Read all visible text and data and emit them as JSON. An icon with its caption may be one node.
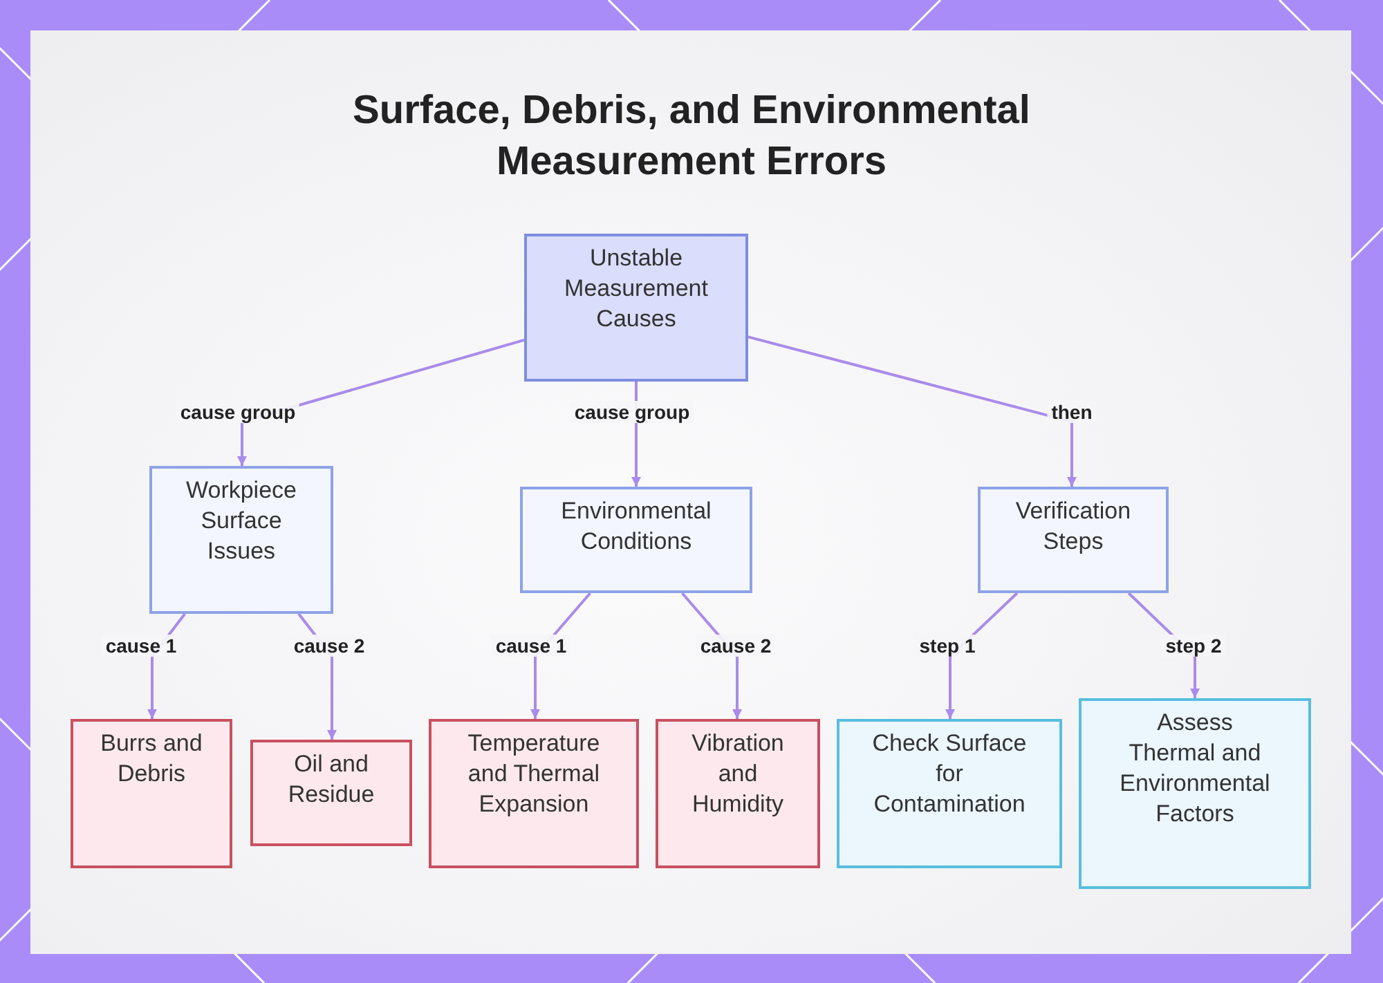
{
  "diagram": {
    "title": "Surface, Debris, and Environmental Measurement Errors",
    "nodes": [
      {
        "text": [
          "Unstable Measurement Causes"
        ]
      },
      {
        "text": [
          "Workpiece Surface Issues"
        ]
      },
      {
        "text": [
          "Environmental Conditions"
        ]
      },
      {
        "text": [
          "Verification Steps"
        ]
      },
      {
        "text": [
          "Burrs and Debris"
        ]
      },
      {
        "text": [
          "Oil and Residue"
        ]
      },
      {
        "text": [
          "Temperature and Thermal Expansion"
        ]
      },
      {
        "text": [
          "Vibration and Humidity"
        ]
      },
      {
        "text": [
          "Check Surface for Contamination"
        ]
      },
      {
        "text": [
          "Assess Thermal and Environmental Factors"
        ]
      }
    ],
    "edges": [
      {
        "from": 0,
        "to": 1,
        "arrow": "to",
        "label": "cause group"
      },
      {
        "from": 0,
        "to": 2,
        "arrow": "to",
        "label": "cause group"
      },
      {
        "from": 0,
        "to": 3,
        "arrow": "to",
        "label": "then"
      },
      {
        "from": 1,
        "to": 4,
        "arrow": "to",
        "label": "cause 1"
      },
      {
        "from": 1,
        "to": 5,
        "arrow": "to",
        "label": "cause 2"
      },
      {
        "from": 2,
        "to": 6,
        "arrow": "to",
        "label": "cause 1"
      },
      {
        "from": 2,
        "to": 7,
        "arrow": "to",
        "label": "cause 2"
      },
      {
        "from": 3,
        "to": 8,
        "arrow": "to",
        "label": "step 1"
      },
      {
        "from": 3,
        "to": 9,
        "arrow": "to",
        "label": "step 2"
      }
    ]
  }
}
